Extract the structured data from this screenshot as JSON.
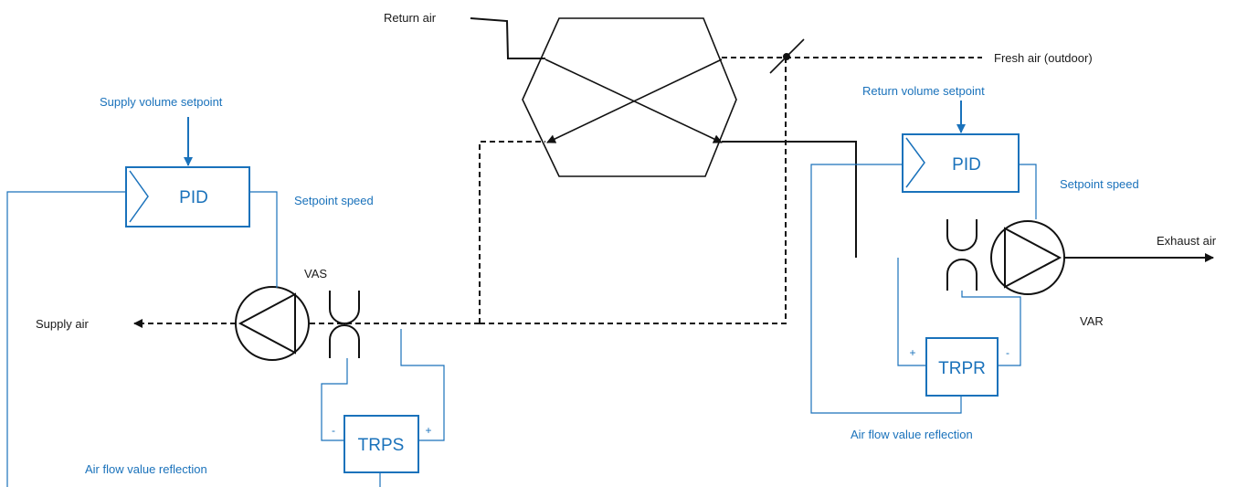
{
  "labels": {
    "return_air": "Return air",
    "fresh_air": "Fresh air (outdoor)",
    "supply_volume_setpoint": "Supply volume setpoint",
    "return_volume_setpoint": "Return volume setpoint",
    "setpoint_speed_supply": "Setpoint speed",
    "setpoint_speed_return": "Setpoint speed",
    "vas": "VAS",
    "var": "VAR",
    "supply_air": "Supply air",
    "exhaust_air": "Exhaust air",
    "air_flow_reflection_supply": "Air flow value reflection",
    "air_flow_reflection_return": "Air flow value reflection"
  },
  "blocks": {
    "pid_supply": "PID",
    "pid_return": "PID",
    "trps": "TRPS",
    "trpr": "TRPR"
  },
  "signs": {
    "trps_minus": "-",
    "trps_plus": "+",
    "trpr_plus": "+",
    "trpr_minus": "-"
  },
  "colors": {
    "control_blue": "#1a72bb",
    "air_duct_black": "#111111"
  }
}
